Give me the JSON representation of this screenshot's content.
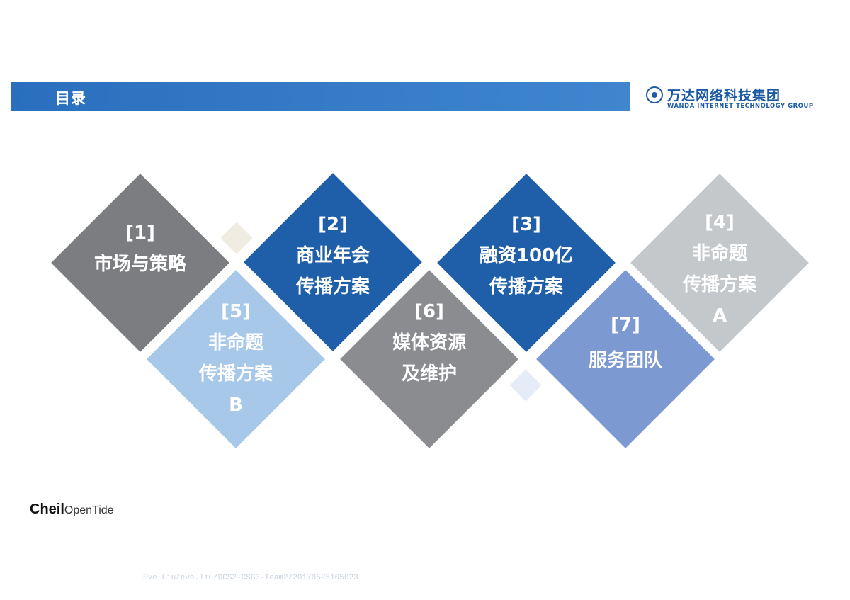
{
  "header": {
    "title": "目录"
  },
  "brand": {
    "name_cn": "万达网络科技集团",
    "name_en": "WANDA INTERNET TECHNOLOGY GROUP"
  },
  "colors": {
    "dark_gray": "#7b7d80",
    "deep_blue": "#1f5ea8",
    "light_blue": "#a8c8ea",
    "medium_blue": "#7d99d2",
    "light_gray": "#c5c8cb",
    "mid_gray": "#8a8c8f",
    "header_blue": "#2a6fbd"
  },
  "sections": [
    {
      "number": "[1]",
      "line1": "市场与策略",
      "line2": "",
      "line3": ""
    },
    {
      "number": "[2]",
      "line1": "商业年会",
      "line2": "传播方案",
      "line3": ""
    },
    {
      "number": "[3]",
      "line1": "融资100亿",
      "line2": "传播方案",
      "line3": ""
    },
    {
      "number": "[4]",
      "line1": "非命题",
      "line2": "传播方案",
      "line3": "A"
    },
    {
      "number": "[5]",
      "line1": "非命题",
      "line2": "传播方案",
      "line3": "B"
    },
    {
      "number": "[6]",
      "line1": "媒体资源",
      "line2": "及维护",
      "line3": ""
    },
    {
      "number": "[7]",
      "line1": "服务团队",
      "line2": "",
      "line3": ""
    }
  ],
  "footer": {
    "logo_bold": "Cheil",
    "logo_light": "OpenTide",
    "watermark": "Eve Liu/eve.liu/DCS2-CSG3-Team2/20170525105023"
  }
}
